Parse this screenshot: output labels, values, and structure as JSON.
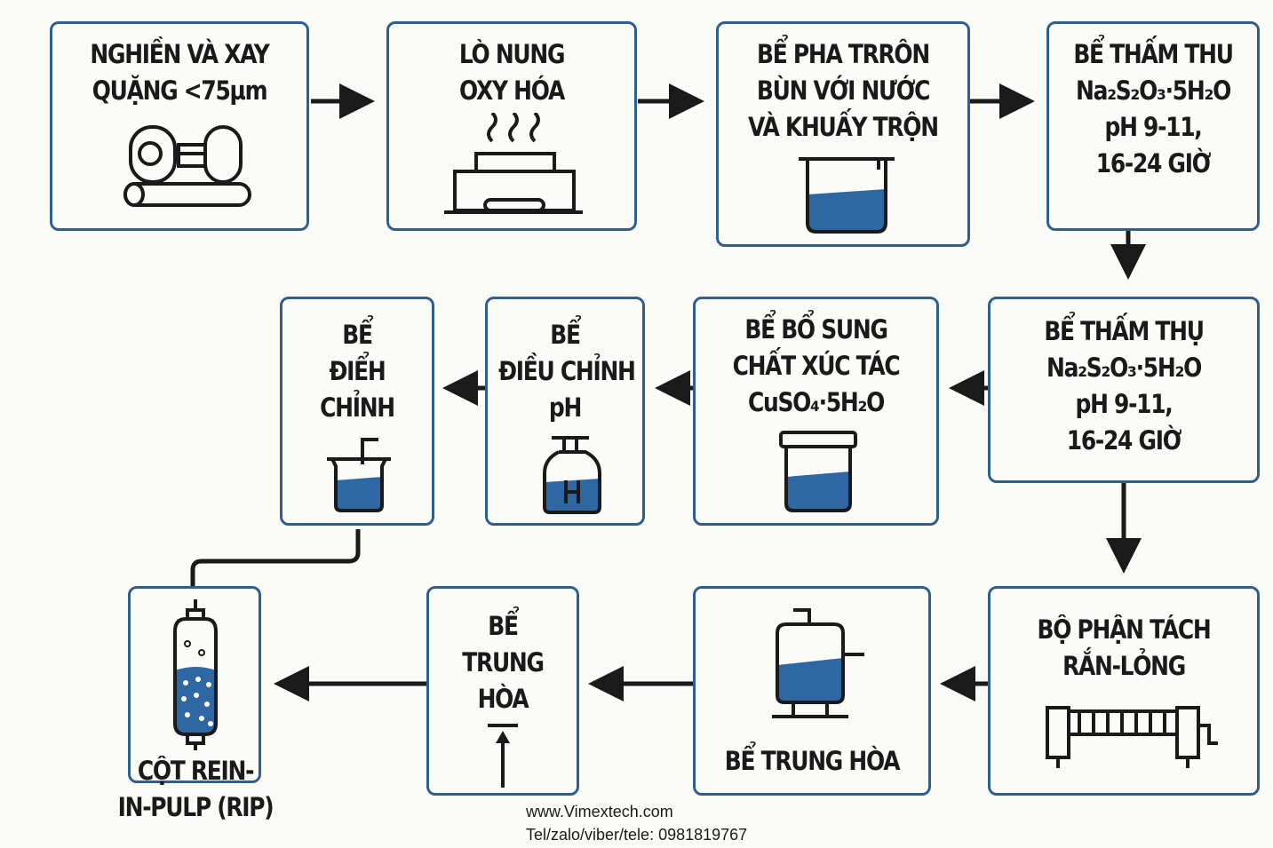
{
  "colors": {
    "border": "#2e5f8e",
    "liquid": "#2f67a3",
    "line": "#1a1a1a"
  },
  "steps": [
    {
      "id": "s1",
      "lines": [
        "NGHIỀN VÀ XAY",
        "QUẶNG <75µm"
      ],
      "icon": "grinder-icon"
    },
    {
      "id": "s2",
      "lines": [
        "LÒ NUNG",
        "OXY HÓA"
      ],
      "icon": "furnace-icon"
    },
    {
      "id": "s3",
      "lines": [
        "BỂ PHA TRRÔN",
        "BÙN VỚI NƯỚC",
        "VÀ KHUẤY TRỘN"
      ],
      "icon": "mixing-tank-icon"
    },
    {
      "id": "s4",
      "lines": [
        "BỂ THẤM THU",
        "Na₂S₂O₃·5H₂O",
        "pH 9-11,",
        "16-24 GIỜ"
      ],
      "icon": ""
    },
    {
      "id": "s5",
      "lines": [
        "BỂ THẤM THỤ",
        "Na₂S₂O₃·5H₂O",
        "pH 9-11,",
        "16-24 GIỜ"
      ],
      "icon": ""
    },
    {
      "id": "s6",
      "lines": [
        "BỂ BỔ SUNG",
        "CHẤT XÚC TÁC",
        "CuSO₄·5H₂O"
      ],
      "icon": "catalyst-tank-icon"
    },
    {
      "id": "s7",
      "lines": [
        "BỂ",
        "ĐIỀU CHỈNH",
        "pH"
      ],
      "icon": "ph-flask-icon"
    },
    {
      "id": "s8",
      "lines": [
        "BỂ",
        "ĐIỂH",
        "CHỈNH"
      ],
      "icon": "beaker-icon"
    },
    {
      "id": "s9",
      "lines": [
        "BỘ PHẬN TÁCH",
        "RẮN-LỎNG"
      ],
      "icon": "filter-press-icon"
    },
    {
      "id": "s10",
      "lines": [
        "BỂ TRUNG HÒA"
      ],
      "icon": "neutralization-tank-icon"
    },
    {
      "id": "s11",
      "lines": [
        "BỂ",
        "TRUNG",
        "HÒA"
      ],
      "icon": "t-pipe-icon"
    },
    {
      "id": "s12",
      "lines": [
        "CỘT REIN-",
        "IN-PULP (RIP)"
      ],
      "icon": "rip-column-icon"
    }
  ],
  "footer": {
    "website": "www.Vimextech.com",
    "contact": "Tel/zalo/viber/tele: 0981819767"
  }
}
